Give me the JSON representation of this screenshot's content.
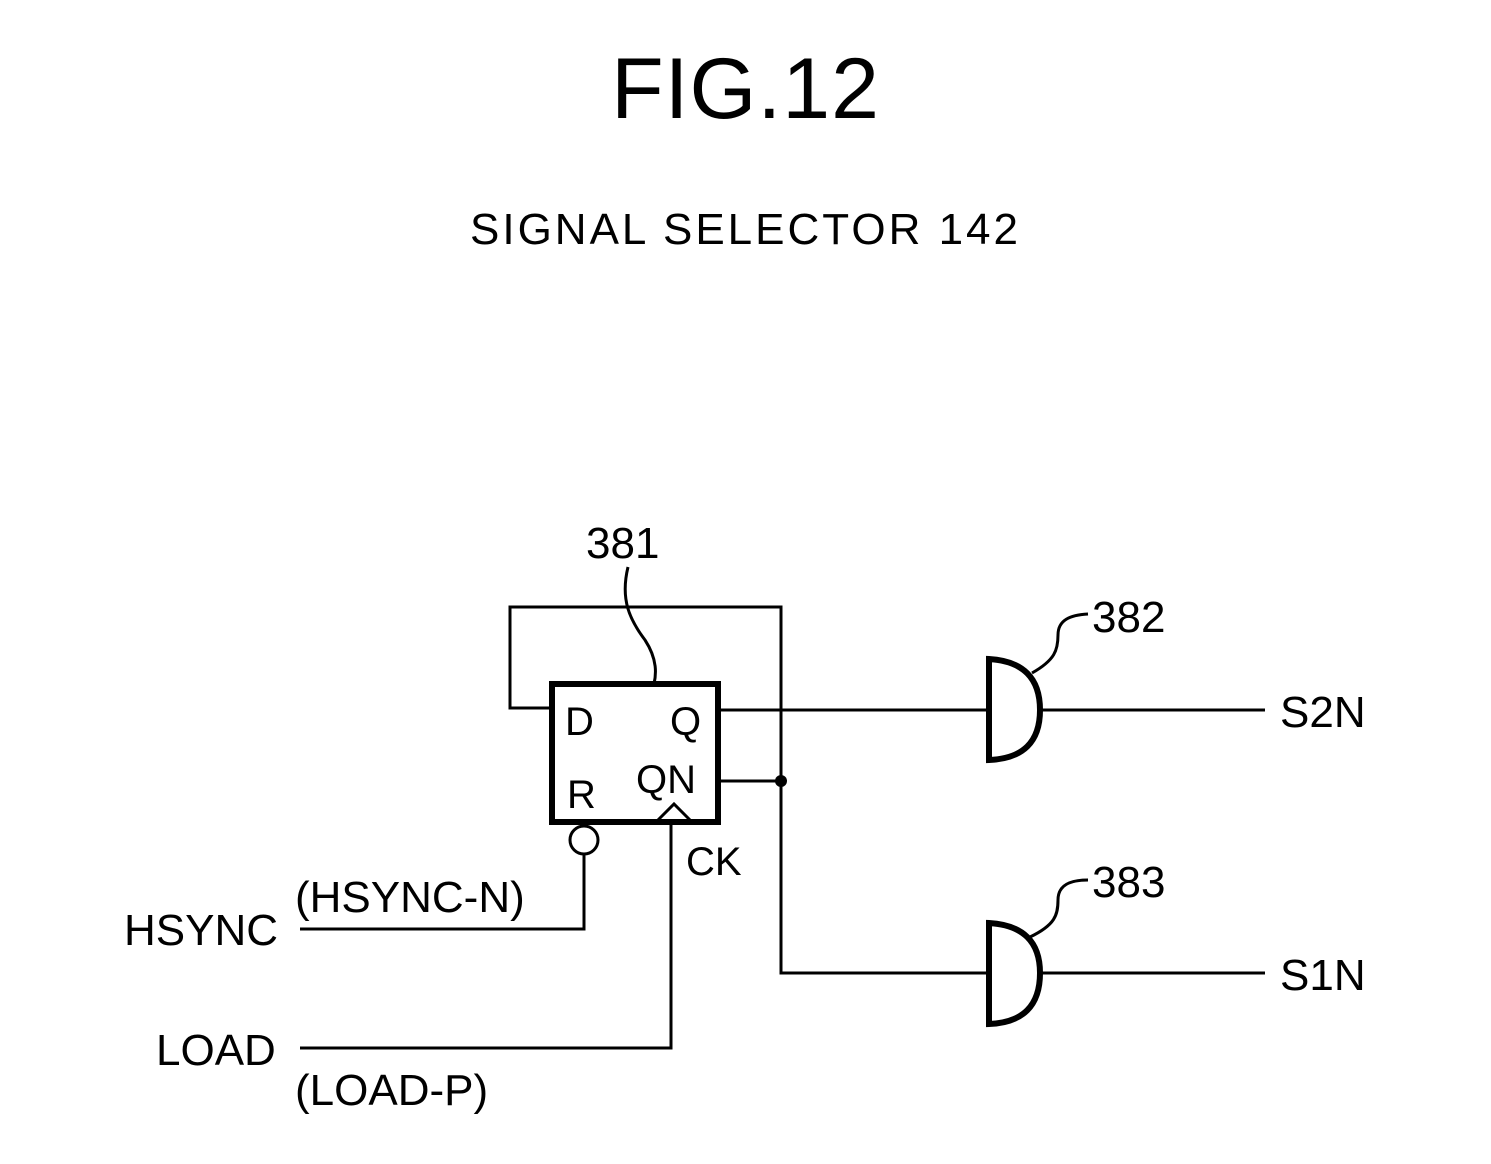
{
  "figure": {
    "title": "FIG.12",
    "subtitle": "SIGNAL SELECTOR 142"
  },
  "components": {
    "flip_flop": {
      "ref": "381",
      "pins": {
        "d": "D",
        "q": "Q",
        "r": "R",
        "qn": "QN",
        "ck": "CK"
      }
    },
    "gate_upper": {
      "ref": "382"
    },
    "gate_lower": {
      "ref": "383"
    }
  },
  "signals": {
    "hsync": {
      "name": "HSYNC",
      "alias": "(HSYNC-N)"
    },
    "load": {
      "name": "LOAD",
      "alias": "(LOAD-P)"
    },
    "out_upper": "S2N",
    "out_lower": "S1N"
  }
}
